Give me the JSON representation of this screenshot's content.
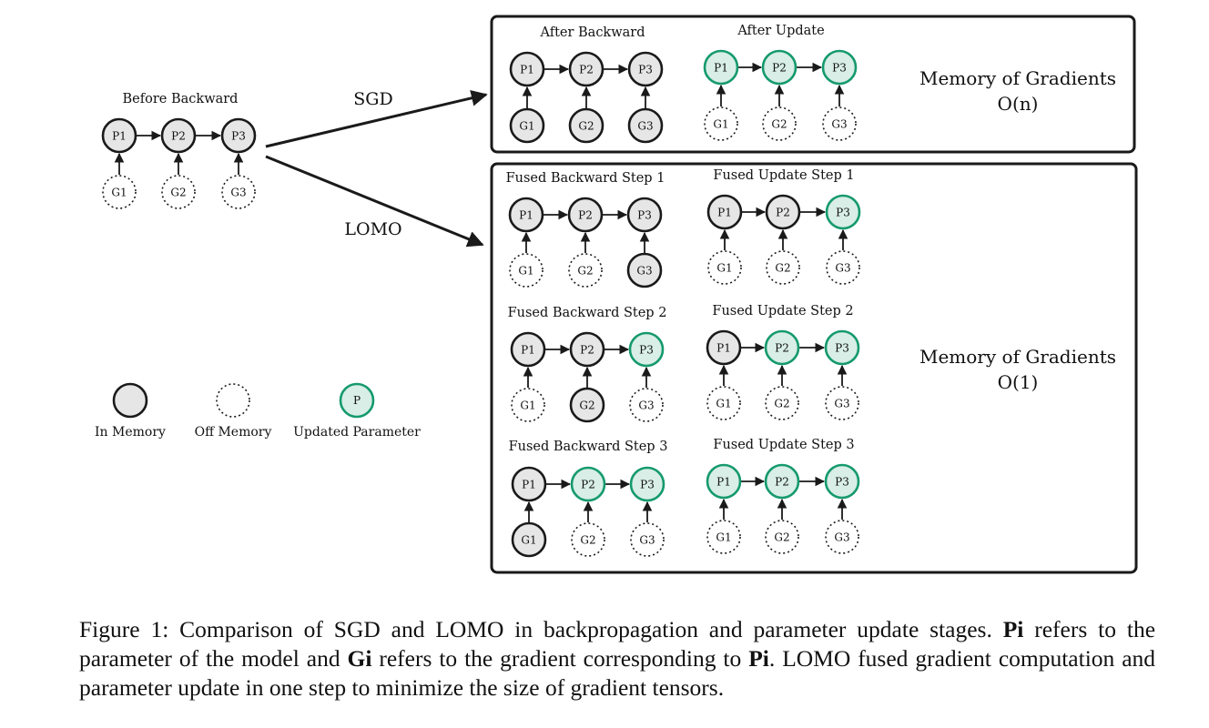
{
  "before": {
    "title": "Before Backward"
  },
  "sgd": {
    "arrow_label": "SGD",
    "after_backward_title": "After Backward",
    "after_update_title": "After Update",
    "memory_line1": "Memory of Gradients",
    "memory_line2": "O(n)"
  },
  "lomo": {
    "arrow_label": "LOMO",
    "steps": [
      {
        "backward_title": "Fused Backward Step 1",
        "update_title": "Fused Update Step 1"
      },
      {
        "backward_title": "Fused Backward Step 2",
        "update_title": "Fused Update Step 2"
      },
      {
        "backward_title": "Fused Backward Step 3",
        "update_title": "Fused Update Step 3"
      }
    ],
    "memory_line1": "Memory of Gradients",
    "memory_line2": "O(1)"
  },
  "node_labels": {
    "p1": "P1",
    "p2": "P2",
    "p3": "P3",
    "g1": "G1",
    "g2": "G2",
    "g3": "G3"
  },
  "legend": {
    "in_memory": "In Memory",
    "off_memory": "Off Memory",
    "updated_label": "Updated Parameter",
    "updated_glyph": "P"
  },
  "colors": {
    "in_memory_fill": "#e6e6e6",
    "updated_fill": "#d8eee6",
    "updated_stroke": "#159a6c",
    "stroke": "#1a1a1a"
  },
  "caption": {
    "prefix": "Figure 1: Comparison of SGD and LOMO in backpropagation and parameter update stages.",
    "pi": "Pi",
    "mid1": "refers to the parameter of the model and",
    "gi": "Gi",
    "mid2": "refers to the gradient corresponding to",
    "pi2": "Pi",
    "suffix": ". LOMO fused gradient computation and parameter update in one step to minimize the size of gradient tensors."
  }
}
